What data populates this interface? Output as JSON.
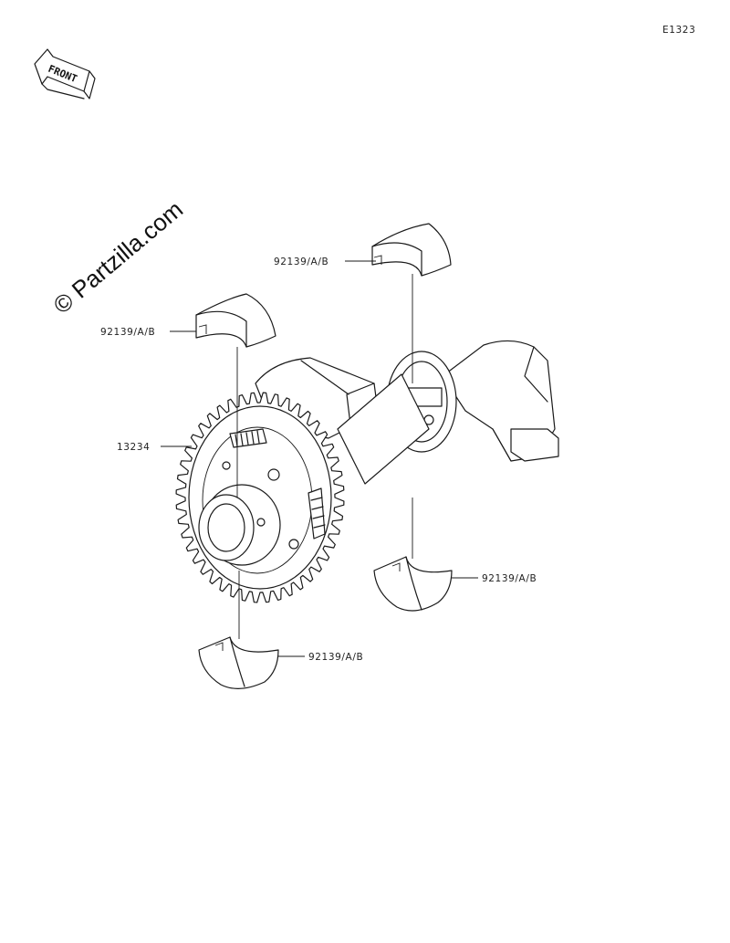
{
  "diagram_code": "E1323",
  "watermark": "© Partzilla.com",
  "front_badge": "FRONT",
  "callouts": {
    "bearing_top_right": "92139/A/B",
    "bearing_top_left": "92139/A/B",
    "balancer_shaft": "13234",
    "bearing_bottom_right": "92139/A/B",
    "bearing_bottom_left": "92139/A/B"
  }
}
